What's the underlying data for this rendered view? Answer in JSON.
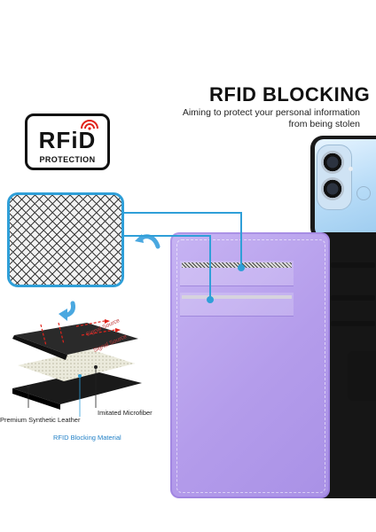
{
  "header": {
    "title": "RFID BLOCKING",
    "subtitle_line1": "Aiming to protect your personal information",
    "subtitle_line2": "from being stolen"
  },
  "badge": {
    "logo_text": "RFiD",
    "sub_text": "PROTECTION"
  },
  "layers": {
    "signal_1": "Signal Source",
    "signal_2": "Signal Source",
    "label_leather": "Premium Synthetic Leather",
    "label_microfiber": "Imitated Microfiber",
    "label_rfid": "RFID Blocking Material"
  },
  "colors": {
    "accent_blue": "#2f9fd8",
    "wallet_purple": "#b49ceb",
    "text_dark": "#111111"
  },
  "icons": {
    "arrow_mesh": "curved-arrow-left-icon",
    "arrow_down": "curved-arrow-down-icon",
    "rfid_wave": "signal-wave-icon"
  }
}
